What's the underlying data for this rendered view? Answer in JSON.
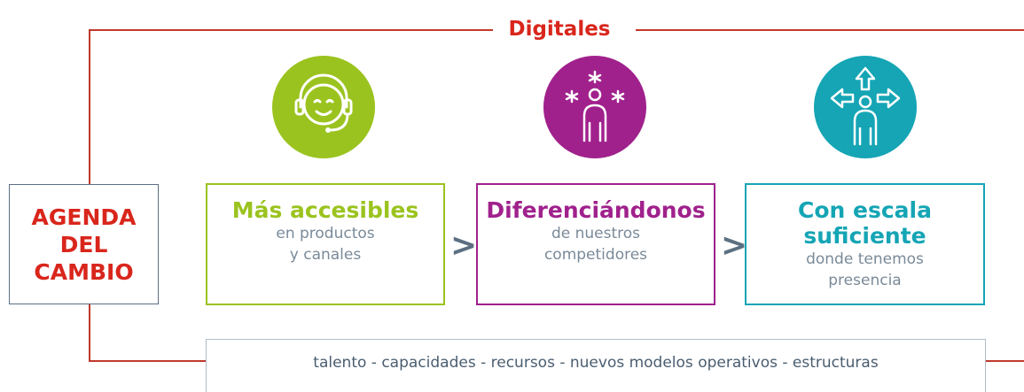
{
  "title": "Digitales",
  "agenda": {
    "line1": "AGENDA",
    "line2": "DEL",
    "line3": "CAMBIO"
  },
  "pillars": [
    {
      "heading": "Más accesibles",
      "sub1": "en productos",
      "sub2": "y canales",
      "color": "#9bc31f",
      "icon": "headset-icon"
    },
    {
      "heading": "Diferenciándonos",
      "sub1": "de nuestros",
      "sub2": "competidores",
      "color": "#a0218c",
      "icon": "person-sparkle-icon"
    },
    {
      "heading1": "Con escala",
      "heading2": "suficiente",
      "sub1": "donde tenemos",
      "sub2": "presencia",
      "color": "#15a5b5",
      "icon": "person-arrows-icon"
    }
  ],
  "arrow_symbol": ">",
  "footer": "talento - capacidades - recursos - nuevos modelos operativos - estructuras",
  "colors": {
    "accent": "#d9261c",
    "bracket": "#c0392b",
    "slate": "#5b6f86"
  }
}
